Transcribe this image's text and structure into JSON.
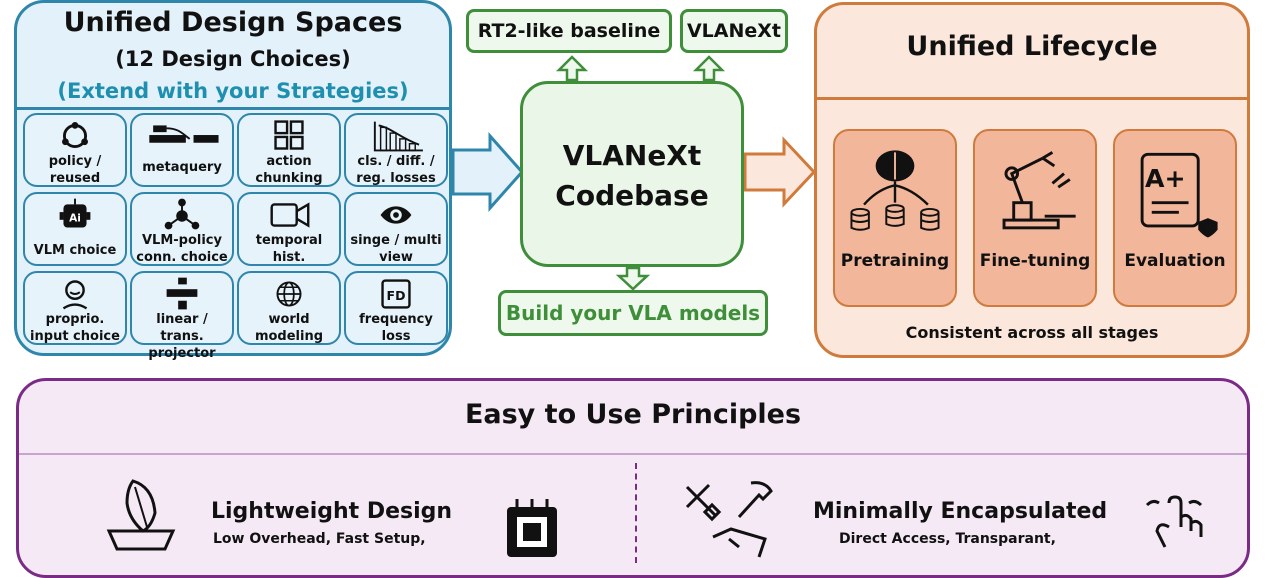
{
  "left_panel": {
    "title": "Unified Design Spaces",
    "subtitle": "(12 Design Choices)",
    "extend": "(Extend with your Strategies)",
    "cells": [
      {
        "label": "policy / reused",
        "icon": "cycle-icon"
      },
      {
        "label": "metaquery",
        "icon": "metaquery-icon"
      },
      {
        "label": "action chunking",
        "icon": "grid-icon"
      },
      {
        "label": "cls. / diff. / reg. losses",
        "icon": "loss-chart-icon"
      },
      {
        "label": "VLM choice",
        "icon": "robot-ai-icon"
      },
      {
        "label": "VLM-policy conn. choice",
        "icon": "network-icon"
      },
      {
        "label": "temporal hist.",
        "icon": "camera-icon"
      },
      {
        "label": "singe / multi view",
        "icon": "eye-icon"
      },
      {
        "label": "proprio. input choice",
        "icon": "person-icon"
      },
      {
        "label": "linear / trans. projector",
        "icon": "projector-icon"
      },
      {
        "label": "world modeling",
        "icon": "globe-icon"
      },
      {
        "label": "frequency loss",
        "icon": "fd-icon",
        "icon_text": "FD"
      }
    ]
  },
  "center": {
    "top_left": "RT2-like baseline",
    "top_right": "VLANeXt",
    "core_line1": "VLANeXt",
    "core_line2": "Codebase",
    "build": "Build your VLA models"
  },
  "right_panel": {
    "title": "Unified Lifecycle",
    "stages": [
      {
        "label": "Pretraining",
        "icon": "brain-database-icon"
      },
      {
        "label": "Fine-tuning",
        "icon": "robot-arm-icon"
      },
      {
        "label": "Evaluation",
        "icon": "grade-sheet-icon",
        "icon_text": "A+"
      }
    ],
    "footer": "Consistent across all stages"
  },
  "bottom_panel": {
    "title": "Easy to Use Principles",
    "principles": [
      {
        "title": "Lightweight Design",
        "subtitle": "Low Overhead, Fast Setup,",
        "icon": "feather-icon",
        "icon2": "chip-icon"
      },
      {
        "title": "Minimally Encapsulated",
        "subtitle": "Direct Access, Transparant,",
        "icon": "tools-icon",
        "icon2": "pointer-hand-icon"
      }
    ]
  },
  "colors": {
    "blue": "#2e86ab",
    "blue_bg": "#e3f1fa",
    "green": "#3e8e3a",
    "green_bg": "#eaf6e8",
    "orange": "#d07a3c",
    "orange_bg": "#fbe7dc",
    "orange_stage": "#f2b69b",
    "purple": "#7a2b86",
    "purple_bg": "#f6e9f6"
  }
}
